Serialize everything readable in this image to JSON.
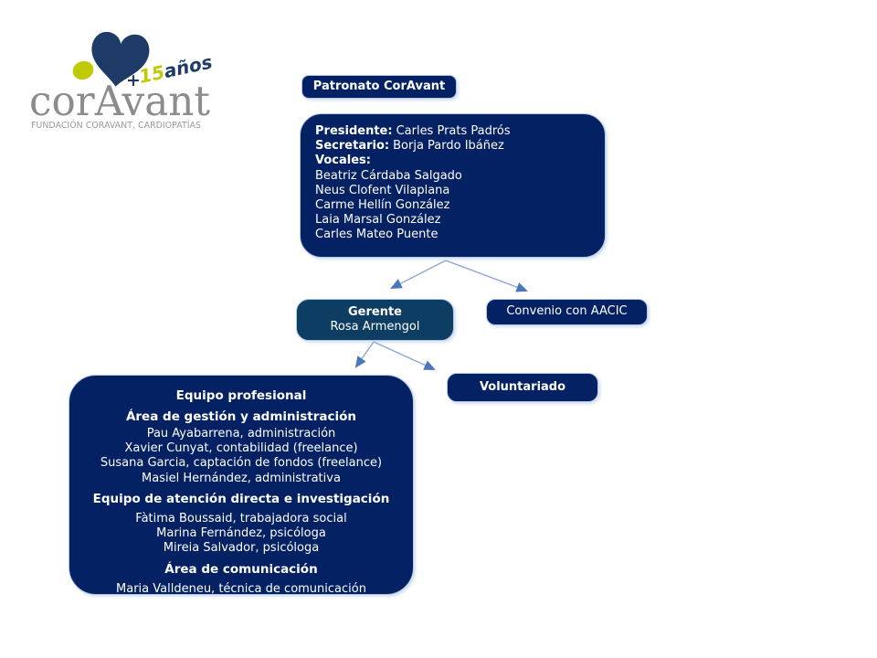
{
  "logo": {
    "brand": "corAvant",
    "tagline": "FUNDACIÓN CORAVANT, CARDIOPATÍAS",
    "anniversary": {
      "plus": "+",
      "number": "15",
      "word": "años"
    },
    "colors": {
      "heart_navy": "#1e3a66",
      "lime": "#bfca00",
      "brand_gray": "#8c8c8c",
      "tagline_gray": "#9a9a9a"
    }
  },
  "chart": {
    "colors": {
      "node_navy": "#032163",
      "gerente_navy": "#0e3d63",
      "connector_line": "#8ca6d6",
      "connector_arrowhead": "#4a76bc",
      "node_text": "#ffffff"
    },
    "patronato": {
      "label": "Patronato CorAvant"
    },
    "board": {
      "roles": [
        {
          "label": "Presidente:",
          "name": "Carles Prats Padrós"
        },
        {
          "label": "Secretario:",
          "name": "Borja Pardo Ibáñez"
        },
        {
          "label": "Vocales:",
          "name": ""
        }
      ],
      "vocales": [
        "Beatriz Cárdaba Salgado",
        "Neus Clofent Vilaplana",
        "Carme Hellín González",
        "Laia Marsal González",
        "Carles Mateo Puente"
      ]
    },
    "gerente": {
      "title": "Gerente",
      "name": "Rosa Armengol"
    },
    "convenio": {
      "label": "Convenio con AACIC"
    },
    "voluntariado": {
      "label": "Voluntariado"
    },
    "equipo": {
      "title": "Equipo profesional",
      "sections": [
        {
          "heading": "Área de gestión y administración",
          "members": [
            "Pau Ayabarrena, administración",
            "Xavier Cunyat, contabilidad (freelance)",
            "Susana Garcia, captación de fondos (freelance)",
            "Masiel Hernández, administrativa"
          ]
        },
        {
          "heading": "Equipo de atención directa e investigación",
          "members": [
            "Fàtima Boussaid, trabajadora social",
            "Marina Fernández, psicóloga",
            "Mireia Salvador, psicóloga"
          ]
        },
        {
          "heading": "Área de comunicación",
          "members": [
            "Maria Valldeneu, técnica de comunicación"
          ]
        }
      ]
    }
  }
}
